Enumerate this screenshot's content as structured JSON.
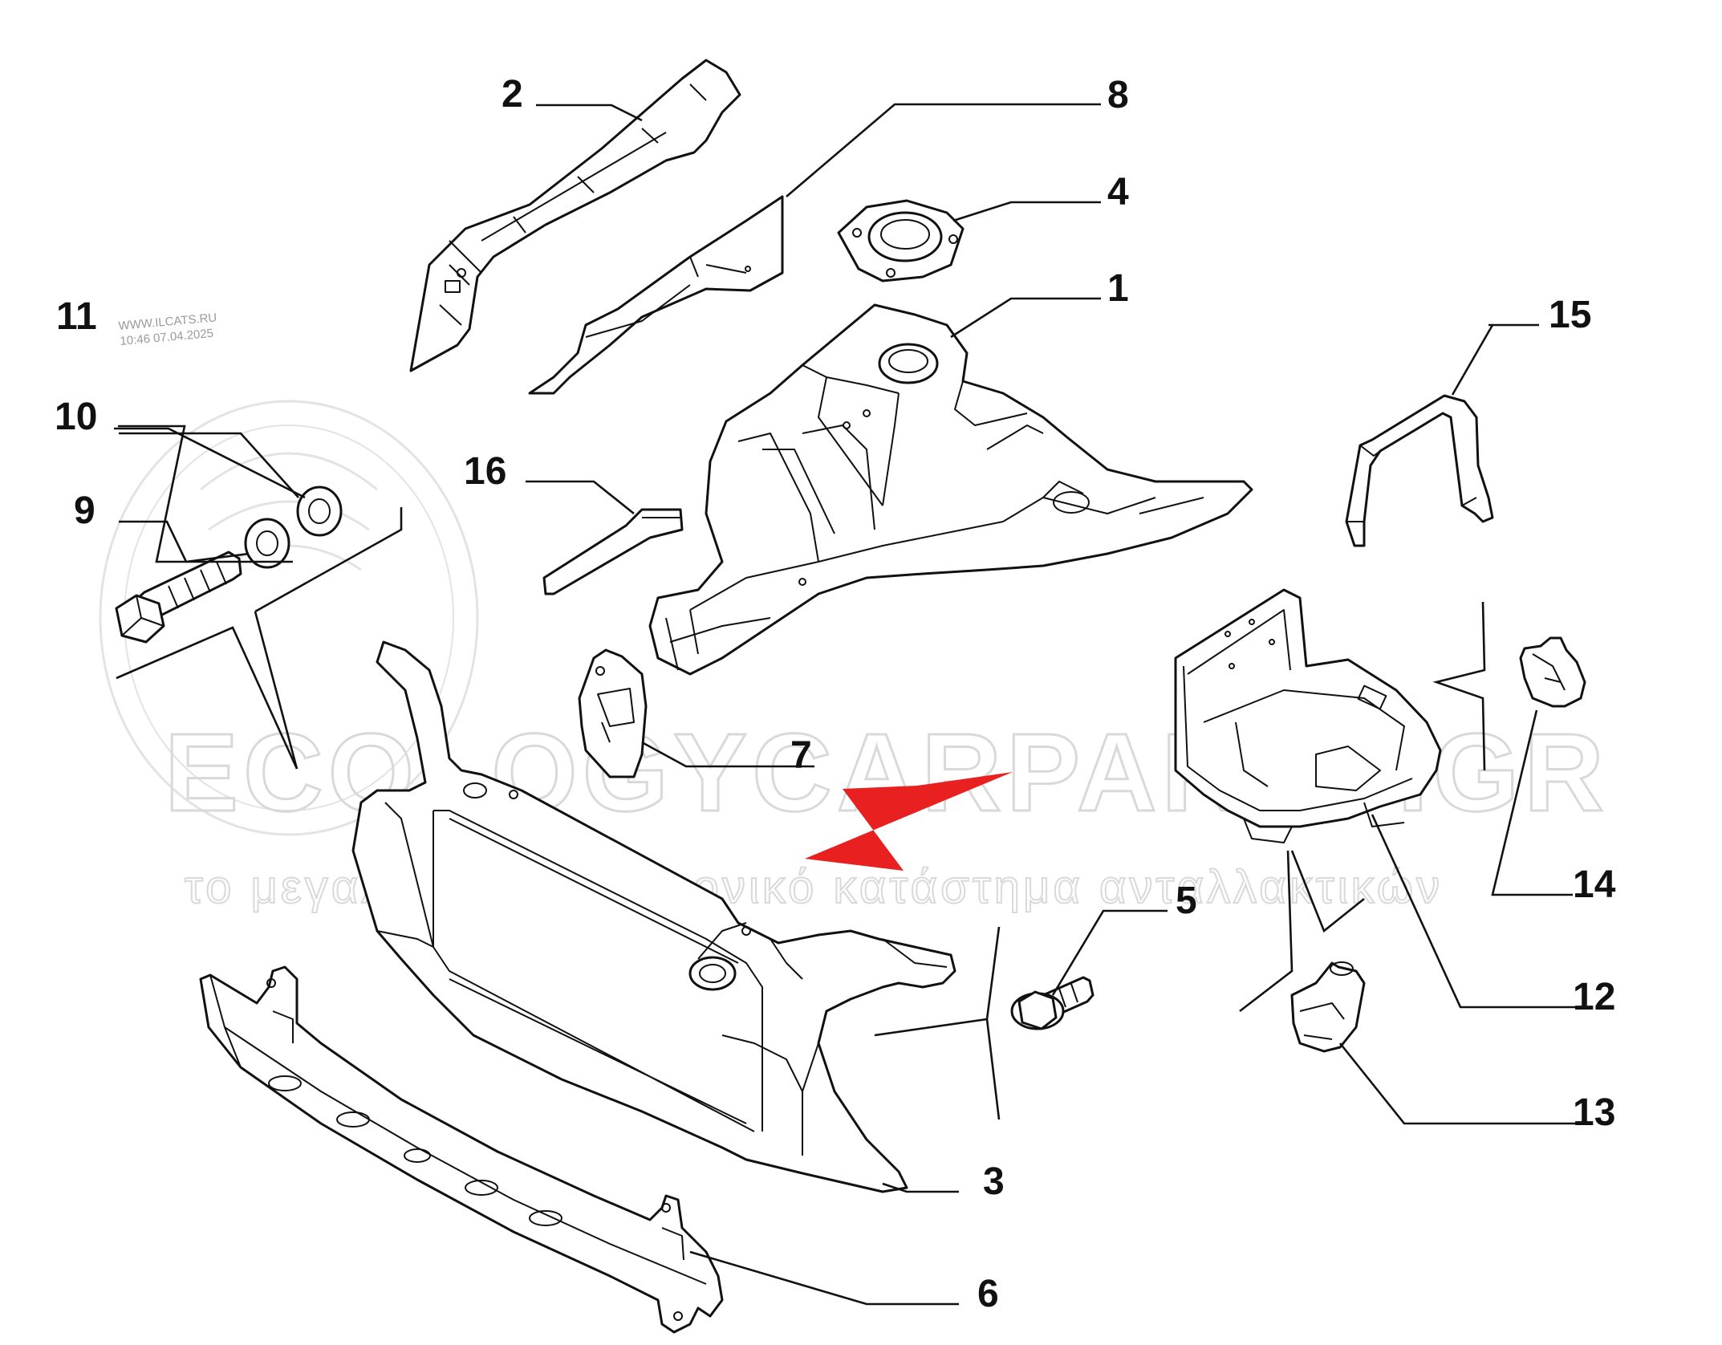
{
  "diagram": {
    "callouts": [
      "1",
      "2",
      "3",
      "4",
      "5",
      "6",
      "7",
      "8",
      "9",
      "10",
      "11",
      "12",
      "13",
      "14",
      "15",
      "16"
    ],
    "watermark": {
      "stamp_site": "WWW.ILCATS.RU",
      "stamp_time": "10:46 07.04.2025",
      "brand": "ECOLOGYCARPARTS.GR",
      "tagline": "το μεγαλύτερο ηλεκτρονικό κατάστημα ανταλλακτικών"
    },
    "highlight_arrow_color": "#e8201f",
    "line_color": "#111111"
  }
}
